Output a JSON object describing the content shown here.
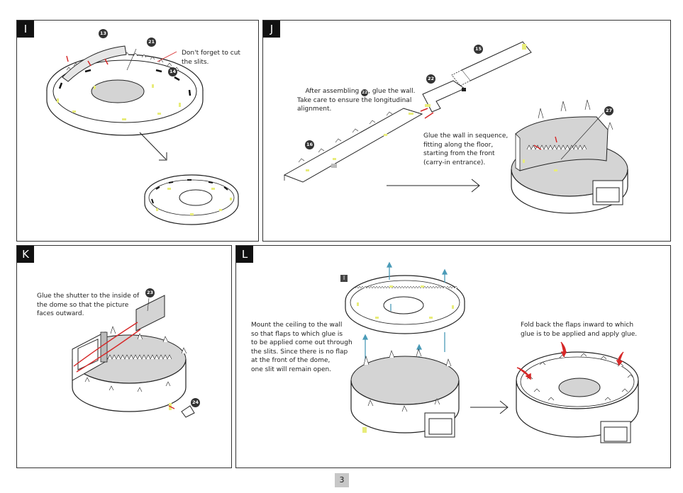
{
  "panels": {
    "I": {
      "tag": "I",
      "callouts": [
        "13",
        "21",
        "14"
      ],
      "note": "Don't forget to cut\nthe slits."
    },
    "J": {
      "tag": "J",
      "callouts": [
        "15",
        "22",
        "27",
        "16"
      ],
      "note_left_prefix": "After assembling ",
      "note_left_ref": "22",
      "note_left_suffix": ", glue the wall.\nTake care to ensure the longitudinal\nalignment.",
      "note_right": "Glue the wall in sequence,\nfitting along the floor,\nstarting from the front\n(carry-in entrance)."
    },
    "K": {
      "tag": "K",
      "callouts": [
        "23",
        "24"
      ],
      "note": "Glue the shutter to the inside of\nthe dome so that the picture\nfaces outward."
    },
    "L": {
      "tag": "L",
      "sub_tag": "I",
      "note_left": "Mount the ceiling to the wall\nso that flaps to which glue is\nto be applied come out through\nthe slits. Since there is no flap\nat the front of the dome,\none slit will remain open.",
      "note_right": "Fold back the flaps inward to which\nglue is to be applied and apply glue."
    }
  },
  "page_number": "3",
  "colors": {
    "glue_yellow": "#e8ec7a",
    "floor_gray": "#d4d4d4",
    "red_marker": "#d62828",
    "arrow_blue": "#4a9bb8"
  }
}
